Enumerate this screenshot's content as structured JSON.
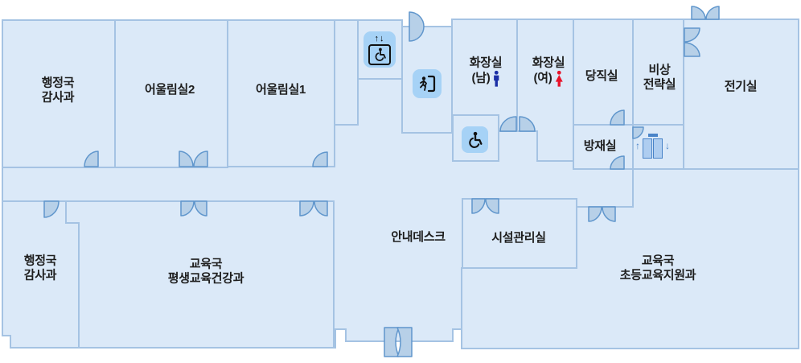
{
  "theme": {
    "room_fill": "#dbe9f8",
    "wall": "#a5c3e3",
    "door_fill": "#b7d0e8",
    "door_stroke": "#6096cc",
    "icon_bg": "#a6d2f6",
    "male_blue": "#1b2fa6",
    "female_red": "#e8132a",
    "accent": "#4a84c8"
  },
  "rooms": {
    "admin_audit_top": {
      "line1": "행정국",
      "line2": "감사과"
    },
    "eoullim2": {
      "line1": "어울림실2"
    },
    "eoullim1": {
      "line1": "어울림실1"
    },
    "toilet_m": {
      "line1": "화장실",
      "line2": "(남)"
    },
    "toilet_f": {
      "line1": "화장실",
      "line2": "(여)"
    },
    "duty": {
      "line1": "당직실"
    },
    "emergency_strategy": {
      "line1": "비상",
      "line2": "전략실"
    },
    "electrical": {
      "line1": "전기실"
    },
    "disaster_prevention": {
      "line1": "방재실"
    },
    "info_desk": {
      "line1": "안내데스크"
    },
    "facility_mgmt": {
      "line1": "시설관리실"
    },
    "lifelong_edu": {
      "line1": "교육국",
      "line2": "평생교육건강과"
    },
    "elementary_edu": {
      "line1": "교육국",
      "line2": "초등교육지원과"
    },
    "admin_audit_bottom": {
      "line1": "행정국",
      "line2": "감사과"
    }
  },
  "icons": {
    "accessible_elevator": "accessible-elevator",
    "emergency_exit": "emergency-exit",
    "accessible_restroom": "accessible-restroom",
    "elevator_doors": "elevator-doors",
    "male": "male-restroom",
    "female": "female-restroom",
    "updown_arrows": "↑↓",
    "up_arrow": "↑",
    "down_arrow": "↓"
  }
}
